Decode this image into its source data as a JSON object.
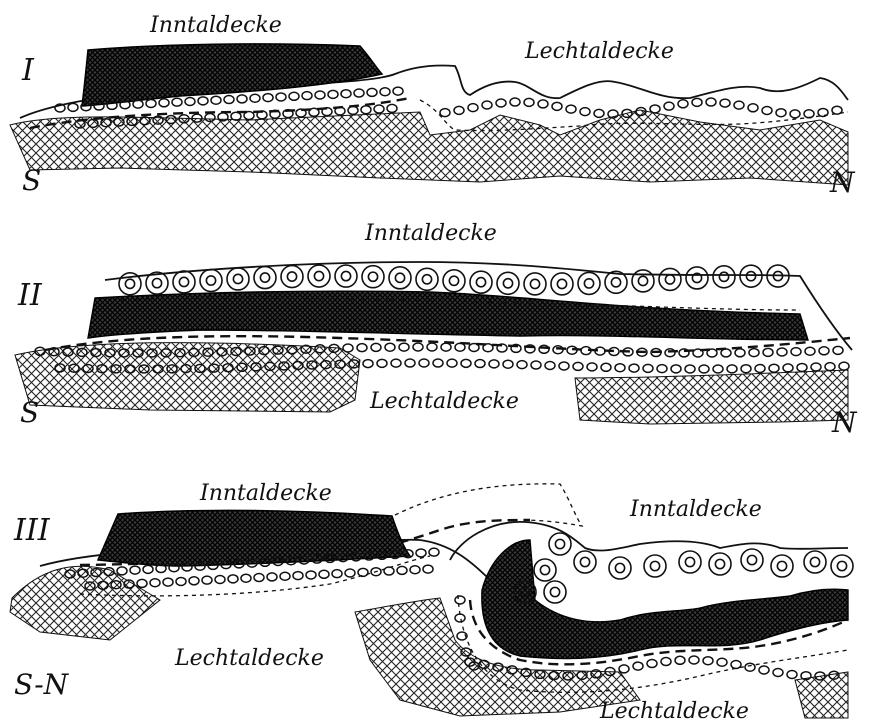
{
  "sections": [
    {
      "numeral": "I",
      "direction_left": "S",
      "direction_right": "N",
      "labels": [
        "Inntaldecke",
        "Lechtaldecke"
      ]
    },
    {
      "numeral": "II",
      "direction_left": "S",
      "direction_right": "N",
      "labels": [
        "Inntaldecke",
        "Lechtaldecke"
      ]
    },
    {
      "numeral": "III",
      "direction": "S-N",
      "labels": [
        "Inntaldecke",
        "Inntaldecke",
        "Lechtaldecke",
        "Lechtaldecke"
      ]
    }
  ],
  "hatch_colors": {
    "dark": "#111111",
    "light": "#333333"
  }
}
